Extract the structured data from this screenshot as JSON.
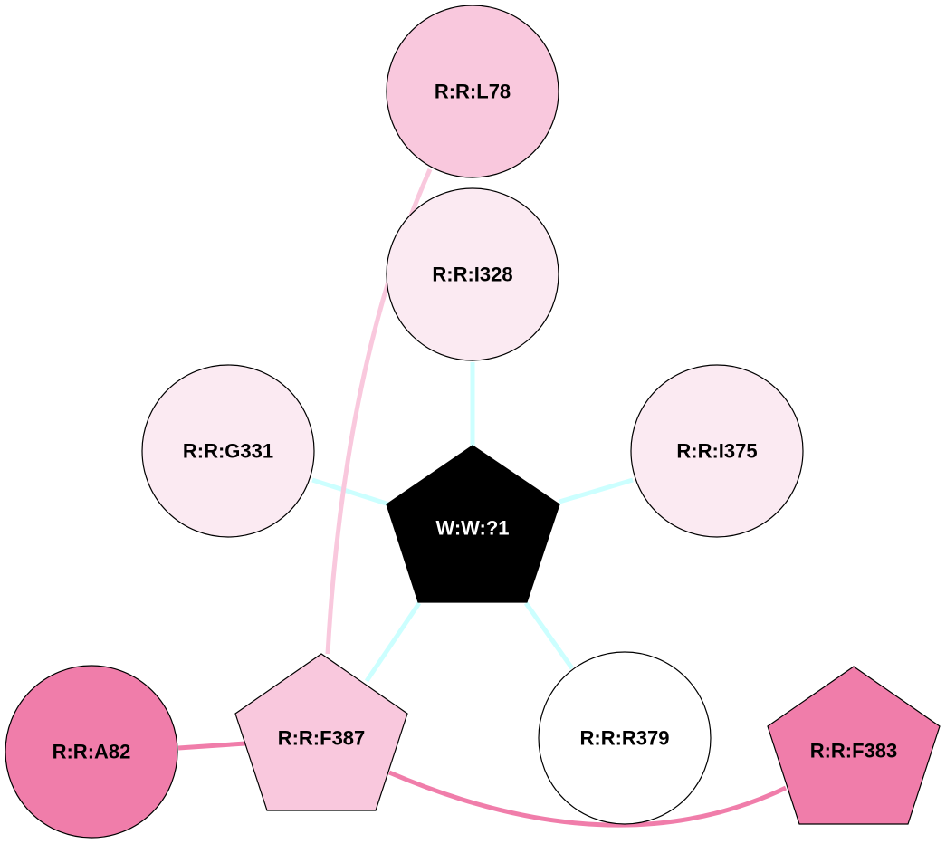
{
  "colors": {
    "edge_water": "#ccffff",
    "edge_light_pink": "#f9c8dd",
    "edge_pink": "#f07daa",
    "node_light": "#fbeaf2",
    "node_mid": "#f9c8dd",
    "node_strong": "#f07daa",
    "node_center": "#000000"
  },
  "nodes": {
    "L78": {
      "label": "R:R:L78"
    },
    "I328": {
      "label": "R:R:I328"
    },
    "G331": {
      "label": "R:R:G331"
    },
    "I375": {
      "label": "R:R:I375"
    },
    "W1": {
      "label": "W:W:?1"
    },
    "F387": {
      "label": "R:R:F387"
    },
    "A82": {
      "label": "R:R:A82"
    },
    "R379": {
      "label": "R:R:R379"
    },
    "F383": {
      "label": "R:R:F383"
    }
  }
}
